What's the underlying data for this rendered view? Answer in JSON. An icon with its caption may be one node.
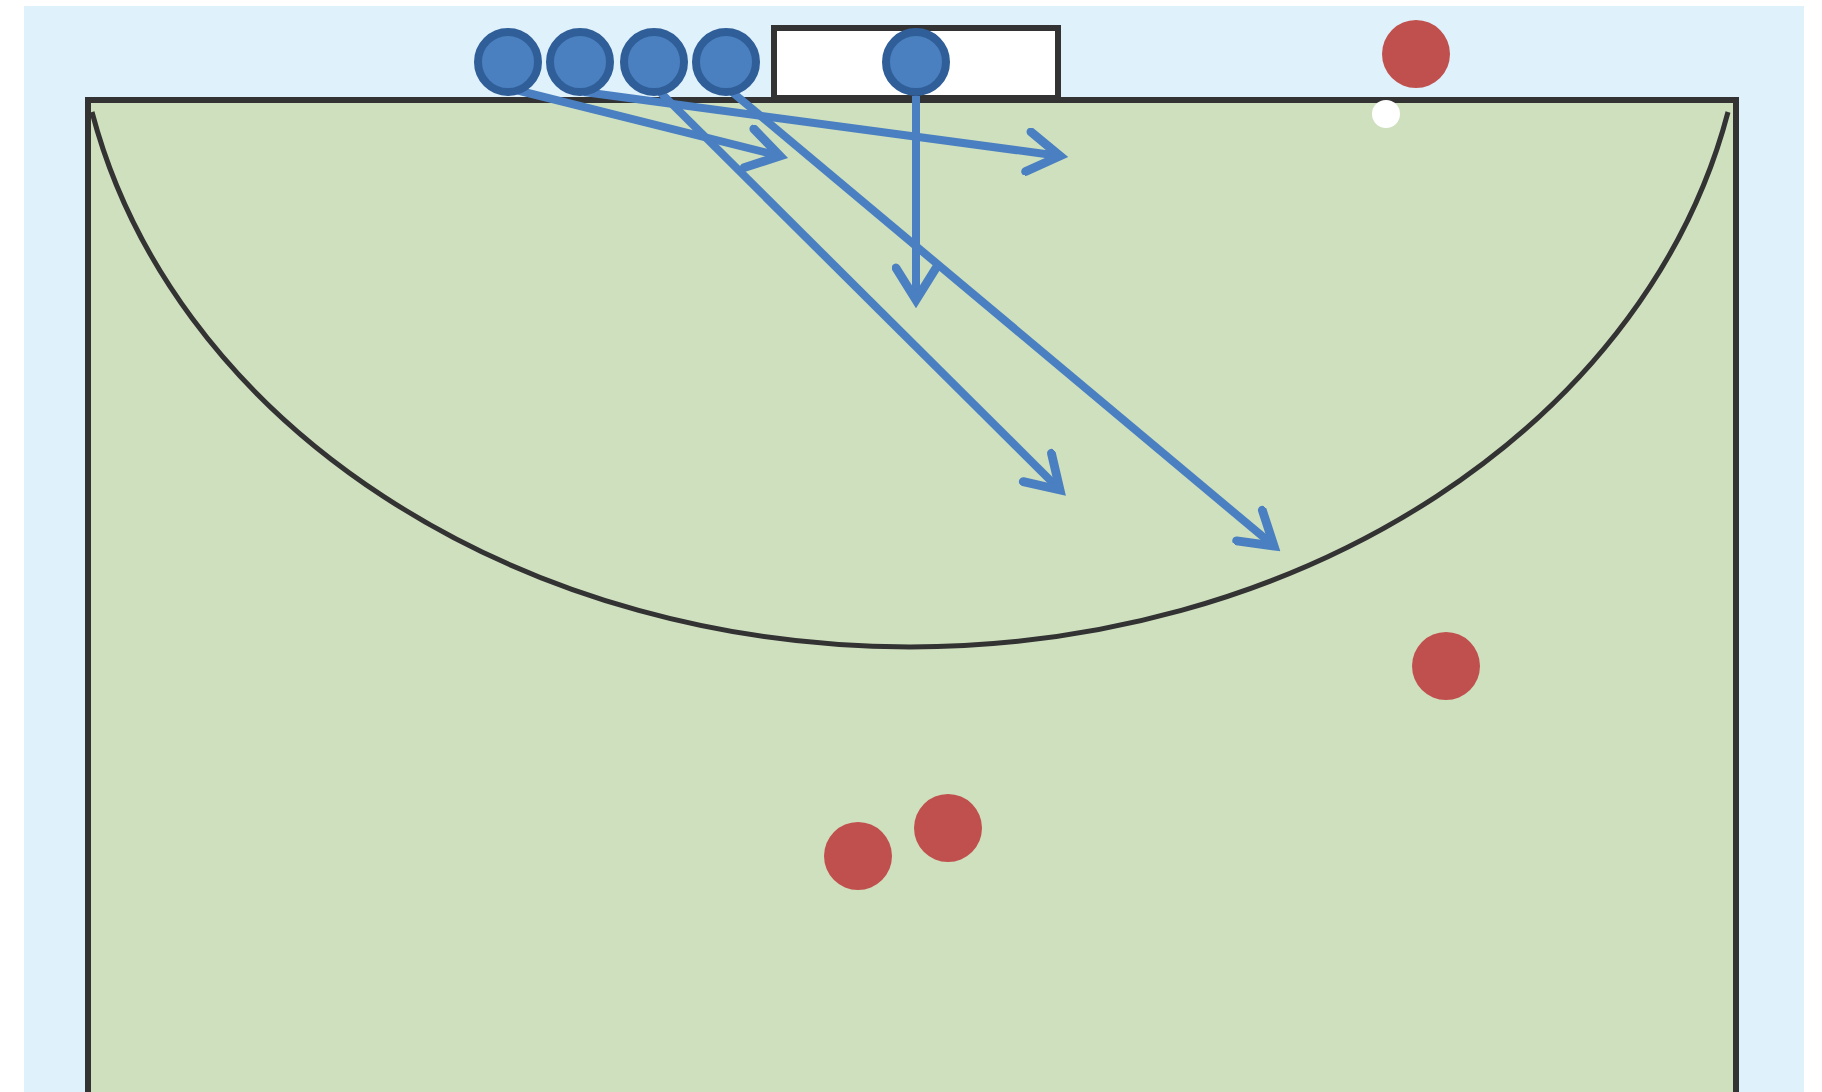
{
  "diagram": {
    "nodes": [
      {
        "text": [],
        "shape": "circle"
      },
      {
        "text": [],
        "shape": "circle"
      },
      {
        "text": [],
        "shape": "circle"
      },
      {
        "text": [],
        "shape": "circle"
      },
      {
        "text": [],
        "shape": "circle"
      },
      {
        "text": [],
        "shape": "circle"
      },
      {
        "text": [],
        "shape": "circle"
      },
      {
        "text": [],
        "shape": "circle"
      },
      {
        "text": [],
        "shape": "circle"
      },
      {
        "text": [],
        "shape": "circle"
      }
    ],
    "edges": [
      {
        "from": 0,
        "to": null,
        "arrow": "to"
      },
      {
        "from": 1,
        "to": null,
        "arrow": "to"
      },
      {
        "from": 2,
        "to": null,
        "arrow": "to"
      },
      {
        "from": 3,
        "to": null,
        "arrow": "to"
      },
      {
        "from": 5,
        "to": null,
        "arrow": "to"
      }
    ]
  }
}
